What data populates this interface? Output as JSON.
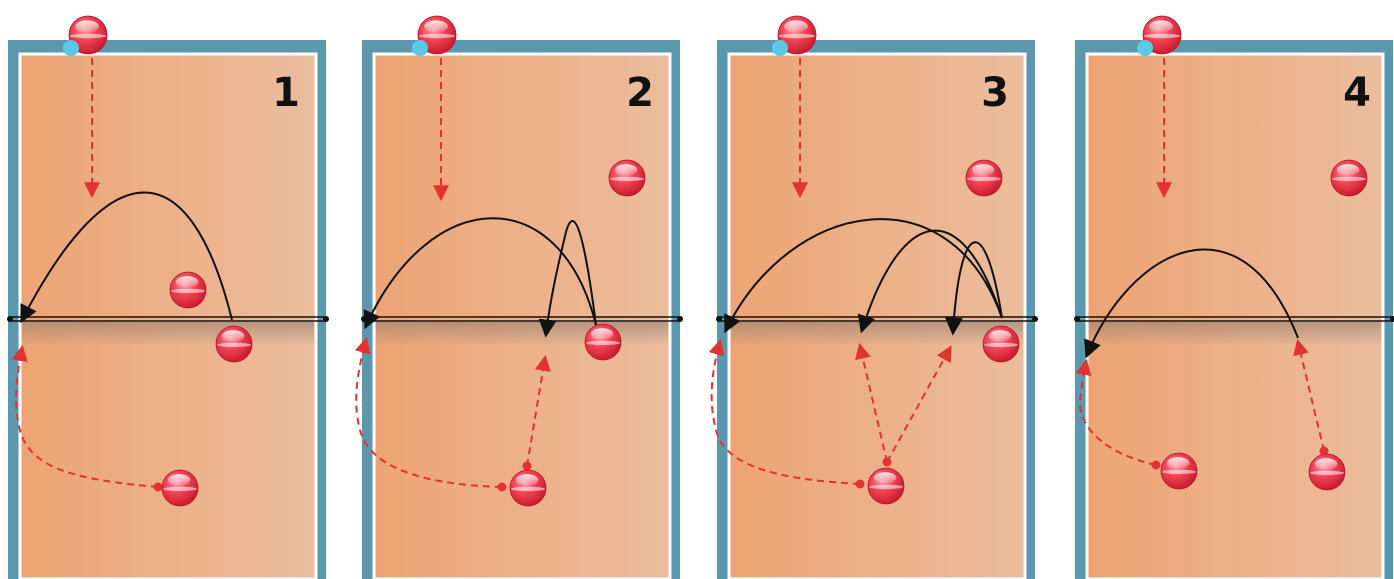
{
  "colors": {
    "court_border": "#5b97ad",
    "court_fill_left": "#eda474",
    "court_fill_right": "#ebbd9e",
    "court_line": "#ffffff",
    "player": "#e8303f",
    "setter_marker": "#5bc8e6",
    "ball_path": "#111111",
    "player_move": "#e23232"
  },
  "panels": [
    {
      "number": "1"
    },
    {
      "number": "2"
    },
    {
      "number": "3"
    },
    {
      "number": "4"
    }
  ]
}
